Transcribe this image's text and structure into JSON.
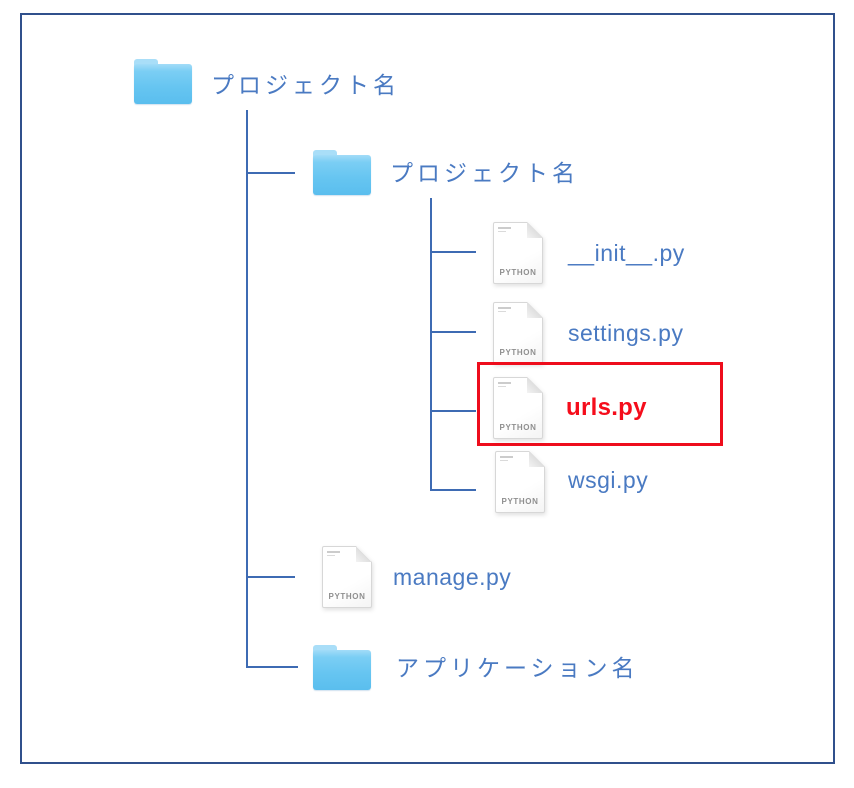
{
  "colors": {
    "frame_border": "#30508c",
    "tree_line": "#3e6bb3",
    "label_text": "#4a7ac2",
    "highlight": "#ee0d1c",
    "folder_blue": "#66c5f1"
  },
  "file_icon_label": "PYTHON",
  "tree": {
    "root": {
      "label": "プロジェクト名",
      "type": "folder"
    },
    "children": [
      {
        "label": "プロジェクト名",
        "type": "folder",
        "children": [
          {
            "label": "__init__.py",
            "type": "python-file",
            "highlighted": false
          },
          {
            "label": "settings.py",
            "type": "python-file",
            "highlighted": false
          },
          {
            "label": "urls.py",
            "type": "python-file",
            "highlighted": true
          },
          {
            "label": "wsgi.py",
            "type": "python-file",
            "highlighted": false
          }
        ]
      },
      {
        "label": "manage.py",
        "type": "python-file",
        "highlighted": false
      },
      {
        "label": "アプリケーション名",
        "type": "folder"
      }
    ]
  }
}
